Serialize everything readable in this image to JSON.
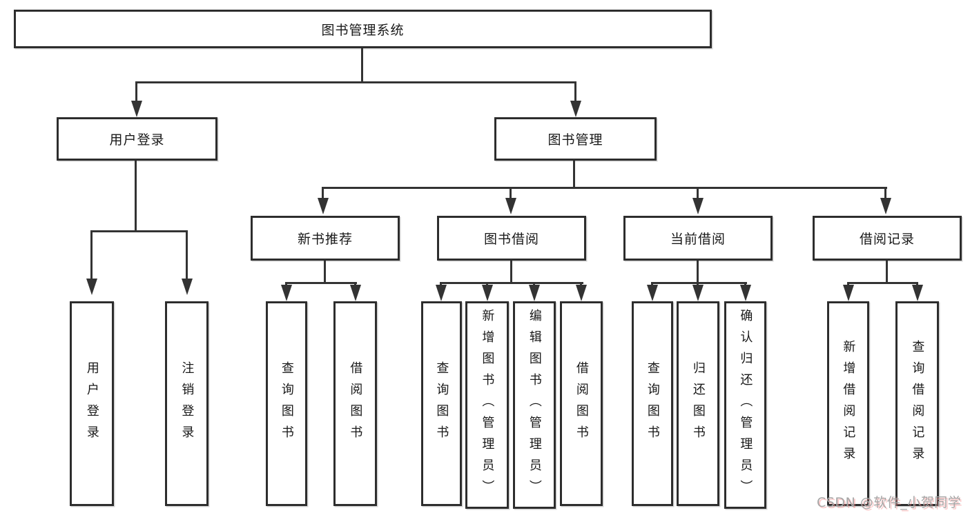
{
  "diagram": {
    "title": "图书管理系统",
    "root": {
      "label": "图书管理系统"
    },
    "level2": [
      {
        "label": "用户登录"
      },
      {
        "label": "图书管理"
      }
    ],
    "level3": [
      {
        "label": "新书推荐"
      },
      {
        "label": "图书借阅"
      },
      {
        "label": "当前借阅"
      },
      {
        "label": "借阅记录"
      }
    ],
    "leaves": {
      "user_login": [
        "用户登录",
        "注销登录"
      ],
      "new_book": [
        "查询图书",
        "借阅图书"
      ],
      "book_borrow": [
        "查询图书",
        "新增图书（管理员）",
        "编辑图书（管理员）",
        "借阅图书"
      ],
      "current_borrow": [
        "查询图书",
        "归还图书",
        "确认归还（管理员）"
      ],
      "borrow_record": [
        "新增借阅记录",
        "查询借阅记录"
      ]
    },
    "watermark": "CSDN @软件_小贺同学",
    "colors": {
      "line": "#333333",
      "border": "#2d2d2d",
      "text": "#181818",
      "watermark_gray": "#a6a6a6",
      "watermark_shadow": "#f88787",
      "background": "#ffffff"
    }
  }
}
